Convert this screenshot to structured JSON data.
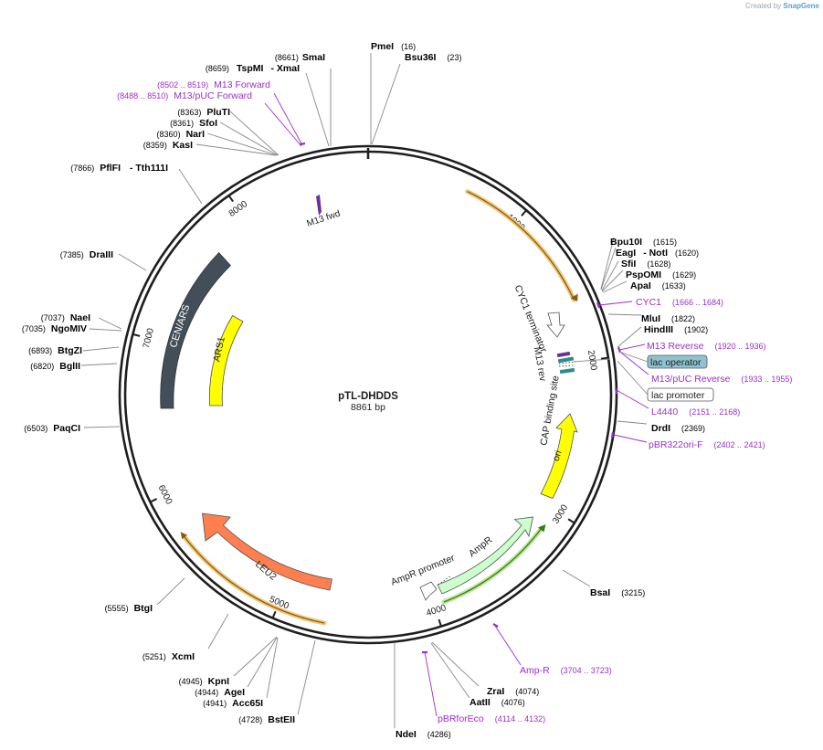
{
  "credit": {
    "prefix": "Created by",
    "brand": "SnapGene"
  },
  "plasmid": {
    "name": "pTL-DHDDS",
    "length_label": "8861 bp",
    "length": 8861
  },
  "ticks": [
    {
      "bp": 1000,
      "label": "1000"
    },
    {
      "bp": 2000,
      "label": "2000"
    },
    {
      "bp": 3000,
      "label": "3000"
    },
    {
      "bp": 4000,
      "label": "4000"
    },
    {
      "bp": 5000,
      "label": "5000"
    },
    {
      "bp": 6000,
      "label": "6000"
    },
    {
      "bp": 7000,
      "label": "7000"
    },
    {
      "bp": 8000,
      "label": "8000"
    }
  ],
  "features": [
    {
      "name": "CYC1 terminator",
      "kind": "terminator",
      "color": "#ffffff"
    },
    {
      "name": "M13 rev",
      "kind": "primer_bind",
      "color": "#6b2fa0"
    },
    {
      "name": "lac operator",
      "kind": "protein_bind",
      "color": "#2e8b8b"
    },
    {
      "name": "CAP binding site",
      "kind": "protein_bind",
      "color": "#2e8b8b"
    },
    {
      "name": "ori",
      "kind": "rep_origin",
      "color": "#ffff00"
    },
    {
      "name": "AmpR",
      "kind": "CDS",
      "color": "#ccffcc"
    },
    {
      "name": "AmpR promoter",
      "kind": "promoter",
      "color": "#ffffff"
    },
    {
      "name": "LEU2",
      "kind": "CDS",
      "color": "#ff7f50"
    },
    {
      "name": "CEN/ARS",
      "kind": "misc",
      "color": "#434e58"
    },
    {
      "name": "ARS1",
      "kind": "rep_origin",
      "color": "#ffff00"
    },
    {
      "name": "M13 fwd",
      "kind": "primer_bind",
      "color": "#6b2fa0"
    }
  ],
  "enzymes": [
    {
      "pos": "(16)",
      "name": "PmeI"
    },
    {
      "pos": "(23)",
      "name": "Bsu36I"
    },
    {
      "pos": "(8661)",
      "name": "SmaI"
    },
    {
      "pos": "(8659)",
      "name": "TspMI",
      "suffix": "- XmaI"
    },
    {
      "pos": "(8363)",
      "name": "PluTI"
    },
    {
      "pos": "(8361)",
      "name": "SfoI"
    },
    {
      "pos": "(8360)",
      "name": "NarI"
    },
    {
      "pos": "(8359)",
      "name": "KasI"
    },
    {
      "pos": "(7866)",
      "name": "PflFI",
      "suffix": "- Tth111I"
    },
    {
      "pos": "(7385)",
      "name": "DraIII"
    },
    {
      "pos": "(7037)",
      "name": "NaeI"
    },
    {
      "pos": "(7035)",
      "name": "NgoMIV"
    },
    {
      "pos": "(6893)",
      "name": "BtgZI"
    },
    {
      "pos": "(6820)",
      "name": "BglII"
    },
    {
      "pos": "(6503)",
      "name": "PaqCI"
    },
    {
      "pos": "(5555)",
      "name": "BtgI"
    },
    {
      "pos": "(5251)",
      "name": "XcmI"
    },
    {
      "pos": "(4945)",
      "name": "KpnI"
    },
    {
      "pos": "(4944)",
      "name": "AgeI"
    },
    {
      "pos": "(4941)",
      "name": "Acc65I"
    },
    {
      "pos": "(4728)",
      "name": "BstEII"
    },
    {
      "pos": "(4286)",
      "name": "NdeI"
    },
    {
      "pos": "(4074)",
      "name": "ZraI"
    },
    {
      "pos": "(4076)",
      "name": "AatII"
    },
    {
      "pos": "(3215)",
      "name": "BsaI"
    },
    {
      "pos": "(2369)",
      "name": "DrdI"
    },
    {
      "pos": "(1902)",
      "name": "HindIII"
    },
    {
      "pos": "(1822)",
      "name": "MluI"
    },
    {
      "pos": "(1633)",
      "name": "ApaI"
    },
    {
      "pos": "(1629)",
      "name": "PspOMI"
    },
    {
      "pos": "(1628)",
      "name": "SfiI"
    },
    {
      "pos": "(1620)",
      "name": "EagI",
      "suffix": "- NotI"
    },
    {
      "pos": "(1615)",
      "name": "Bpu10I"
    }
  ],
  "primers": [
    {
      "name": "M13 Forward",
      "range": "(8502 .. 8519)"
    },
    {
      "name": "M13/pUC Forward",
      "range": "(8488 .. 8510)"
    },
    {
      "name": "CYC1",
      "range": "(1666 .. 1684)"
    },
    {
      "name": "M13 Reverse",
      "range": "(1920 .. 1936)"
    },
    {
      "name": "M13/pUC Reverse",
      "range": "(1933 .. 1955)"
    },
    {
      "name": "L4440",
      "range": "(2151 .. 2168)"
    },
    {
      "name": "pBR322ori-F",
      "range": "(2402 .. 2421)"
    },
    {
      "name": "Amp-R",
      "range": "(3704 .. 3723)"
    },
    {
      "name": "pBRforEco",
      "range": "(4114 .. 4132)"
    }
  ],
  "boxed_labels": [
    {
      "name": "lac operator",
      "fill": "#8fc3cf"
    },
    {
      "name": "lac promoter",
      "fill": "#ffffff"
    }
  ],
  "colors": {
    "primer_purple": "#9b2fc9",
    "backbone": "#1e1e1e",
    "orf_outline": "#f0c878",
    "orf_arrow": "#8a5a14",
    "ampr_orf_outline": "#b9e59a",
    "ampr_orf_arrow": "#3b7d12"
  }
}
